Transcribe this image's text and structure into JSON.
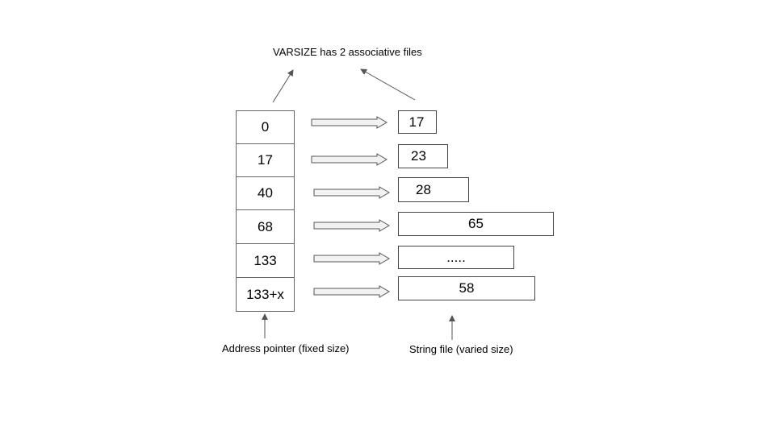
{
  "title": "VARSIZE has 2 associative files",
  "address_cells": [
    "0",
    "17",
    "40",
    "68",
    "133",
    "133+x"
  ],
  "string_boxes": [
    "17",
    "23",
    "28",
    "65",
    ".....",
    "58"
  ],
  "captions": {
    "left": "Address pointer (fixed size)",
    "right": "String file (varied size)"
  },
  "colors": {
    "line": "#555555",
    "arrow_fill": "#f2f2f2",
    "border": "#666666"
  },
  "icons": {
    "block_arrow": "right-block-arrow",
    "pointer": "arrow-up"
  }
}
